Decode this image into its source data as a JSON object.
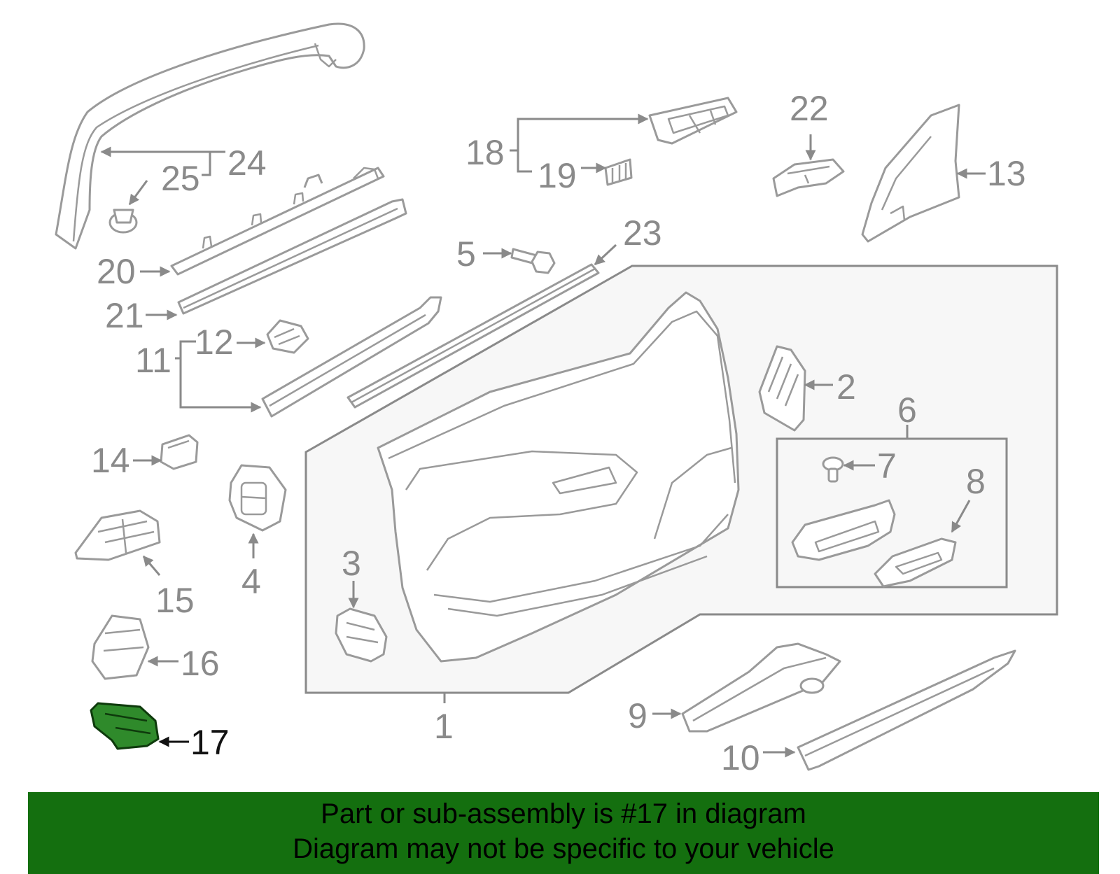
{
  "highlight_color": "#146f0f",
  "highlighted_part": "17",
  "callouts": {
    "n1": "1",
    "n2": "2",
    "n3": "3",
    "n4": "4",
    "n5": "5",
    "n6": "6",
    "n7": "7",
    "n8": "8",
    "n9": "9",
    "n10": "10",
    "n11": "11",
    "n12": "12",
    "n13": "13",
    "n14": "14",
    "n15": "15",
    "n16": "16",
    "n17": "17",
    "n18": "18",
    "n19": "19",
    "n20": "20",
    "n21": "21",
    "n22": "22",
    "n23": "23",
    "n24": "24",
    "n25": "25"
  },
  "banner": {
    "line1": "Part or sub-assembly is #17 in diagram",
    "line2": "Diagram may not be specific to your vehicle"
  }
}
